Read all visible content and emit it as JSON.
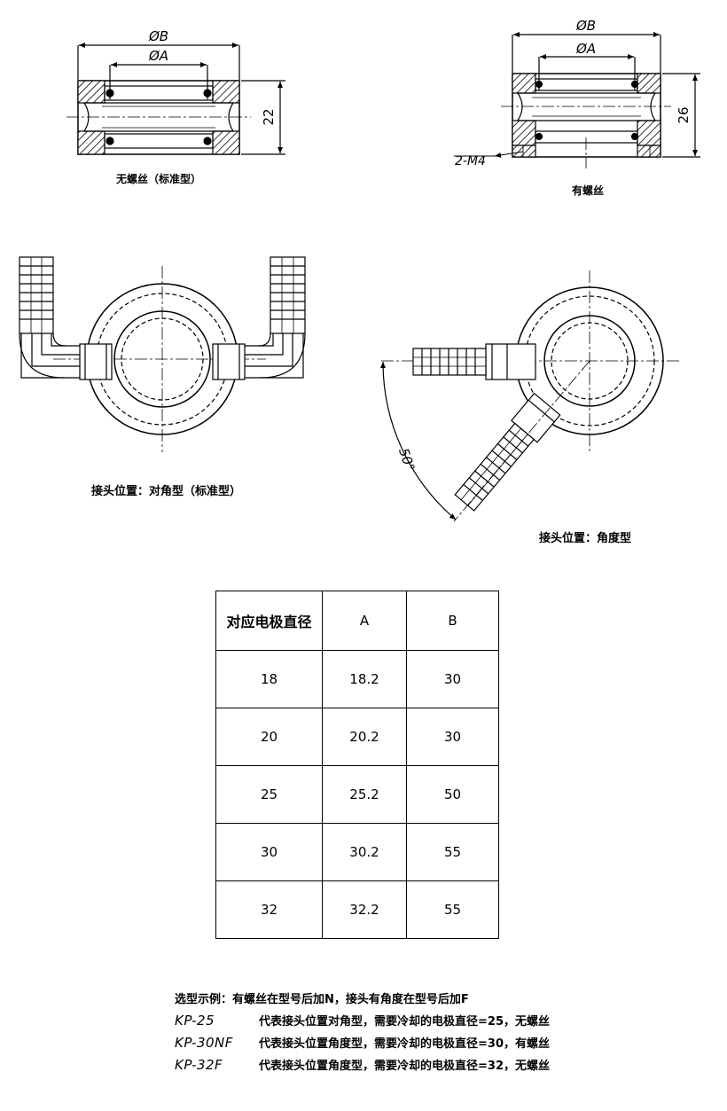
{
  "views": {
    "standard": {
      "caption": "无螺丝（标准型）",
      "dim_outer": "ØB",
      "dim_inner": "ØA",
      "height": "22"
    },
    "threaded": {
      "caption": "有螺丝",
      "dim_outer": "ØB",
      "dim_inner": "ØA",
      "height": "26",
      "screw_note": "2-M4"
    },
    "diagonal": {
      "caption": "接头位置：对角型（标准型）"
    },
    "angled": {
      "caption": "接头位置：角度型",
      "angle": "50°"
    }
  },
  "table": {
    "headers": [
      "对应电极直径",
      "A",
      "B"
    ],
    "rows": [
      [
        "18",
        "18.2",
        "30"
      ],
      [
        "20",
        "20.2",
        "30"
      ],
      [
        "25",
        "25.2",
        "50"
      ],
      [
        "30",
        "30.2",
        "55"
      ],
      [
        "32",
        "32.2",
        "55"
      ]
    ]
  },
  "notes": {
    "heading": "选型示例：有螺丝在型号后加N，接头有角度在型号后加F",
    "examples": [
      {
        "code": "KP-25",
        "desc": "代表接头位置对角型，需要冷却的电极直径=25，无螺丝"
      },
      {
        "code": "KP-30NF",
        "desc": "代表接头位置角度型，需要冷却的电极直径=30，有螺丝"
      },
      {
        "code": "KP-32F",
        "desc": "代表接头位置角度型，需要冷却的电极直径=32，无螺丝"
      }
    ]
  }
}
